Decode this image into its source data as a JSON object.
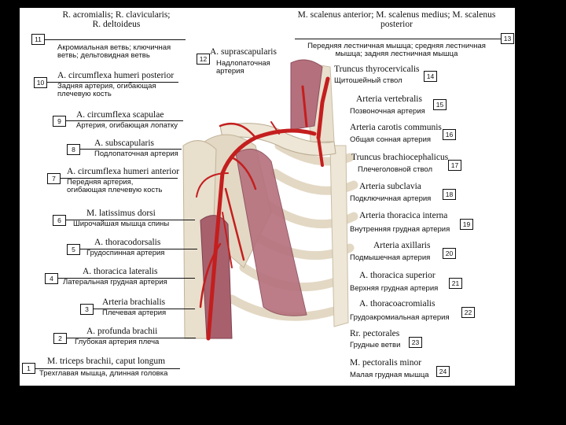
{
  "labels": [
    {
      "n": "1",
      "la": "M. triceps brachii, caput longum",
      "ru": "Трехглавая мышца, длинная головка"
    },
    {
      "n": "2",
      "la": "A. profunda brachii",
      "ru": "Глубокая артерия плеча"
    },
    {
      "n": "3",
      "la": "Arteria brachialis",
      "ru": "Плечевая артерия"
    },
    {
      "n": "4",
      "la": "A. thoracica lateralis",
      "ru": "Латеральная грудная артерия"
    },
    {
      "n": "5",
      "la": "A. thoracodorsalis",
      "ru": "Грудоспинная артерия"
    },
    {
      "n": "6",
      "la": "M. latissimus dorsi",
      "ru": "Широчайшая мышца спины"
    },
    {
      "n": "7",
      "la": "A. circumflexa humeri anterior",
      "ru": "Передняя артерия, огибающая плечевую кость"
    },
    {
      "n": "8",
      "la": "A. subscapularis",
      "ru": "Подлопаточная артерия"
    },
    {
      "n": "9",
      "la": "A. circumflexa scapulae",
      "ru": "Артерия, огибающая лопатку"
    },
    {
      "n": "10",
      "la": "A. circumflexa humeri posterior",
      "ru": "Задняя артерия, огибающая плечевую кость"
    },
    {
      "n": "11",
      "la": "R. acromialis; R. clavicularis; R. deltoideus",
      "ru": "Акромиальная ветвь; ключичная ветвь; дельтовидная ветвь"
    },
    {
      "n": "12",
      "la": "A. suprascapularis",
      "ru": "Надлопаточная артерия"
    },
    {
      "n": "13",
      "la": "M. scalenus anterior; M. scalenus medius; M. scalenus posterior",
      "ru": "Передняя лестничная мышца; средняя лестничная мышца; задняя лестничная мышца"
    },
    {
      "n": "14",
      "la": "Truncus thyrocervicalis",
      "ru": "Щитошейный ствол"
    },
    {
      "n": "15",
      "la": "Arteria vertebralis",
      "ru": "Позвоночная артерия"
    },
    {
      "n": "16",
      "la": "Arteria carotis communis",
      "ru": "Общая сонная артерия"
    },
    {
      "n": "17",
      "la": "Truncus brachiocephalicus",
      "ru": "Плечеголовной ствол"
    },
    {
      "n": "18",
      "la": "Arteria subclavia",
      "ru": "Подключичная артерия"
    },
    {
      "n": "19",
      "la": "Arteria thoracica interna",
      "ru": "Внутренняя грудная артерия"
    },
    {
      "n": "20",
      "la": "Arteria axillaris",
      "ru": "Подмышечная артерия"
    },
    {
      "n": "21",
      "la": "A. thoracica superior",
      "ru": "Верхняя грудная артерия"
    },
    {
      "n": "22",
      "la": "A. thoracoacromialis",
      "ru": "Грудоакромиальная артерия"
    },
    {
      "n": "23",
      "la": "Rr. pectorales",
      "ru": "Грудные ветви"
    },
    {
      "n": "24",
      "la": "M. pectoralis minor",
      "ru": "Малая грудная мышца"
    }
  ],
  "colors": {
    "artery": "#c41e1e",
    "muscle": "#b5707d",
    "bone": "#e8dfcd",
    "background": "#000000",
    "plate": "#ffffff"
  }
}
